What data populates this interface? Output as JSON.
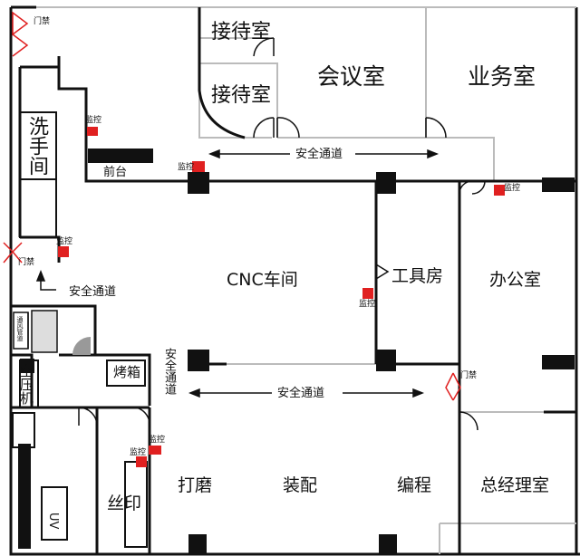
{
  "rooms": {
    "reception_1": "接待室",
    "reception_2": "接待室",
    "meeting": "会议室",
    "business": "业务室",
    "washroom": "洗手间",
    "front_desk": "前台",
    "cnc": "CNC车间",
    "tool_room": "工具房",
    "office": "办公室",
    "compressor": "空压机",
    "oven": "烤箱",
    "silk_print": "丝印",
    "uv": "UV",
    "grinding": "打磨",
    "assembly": "装配",
    "programming": "编程",
    "gm_office": "总经理室",
    "vent_pipe": "通风管道"
  },
  "markers": {
    "monitor": "监控",
    "access_control": "门禁",
    "safe_passage": "安全通道"
  },
  "colors": {
    "wall": "#111111",
    "light_wall": "#b8b8b8",
    "column": "#111111",
    "camera": "#e02020",
    "door_access": "#e02020"
  }
}
